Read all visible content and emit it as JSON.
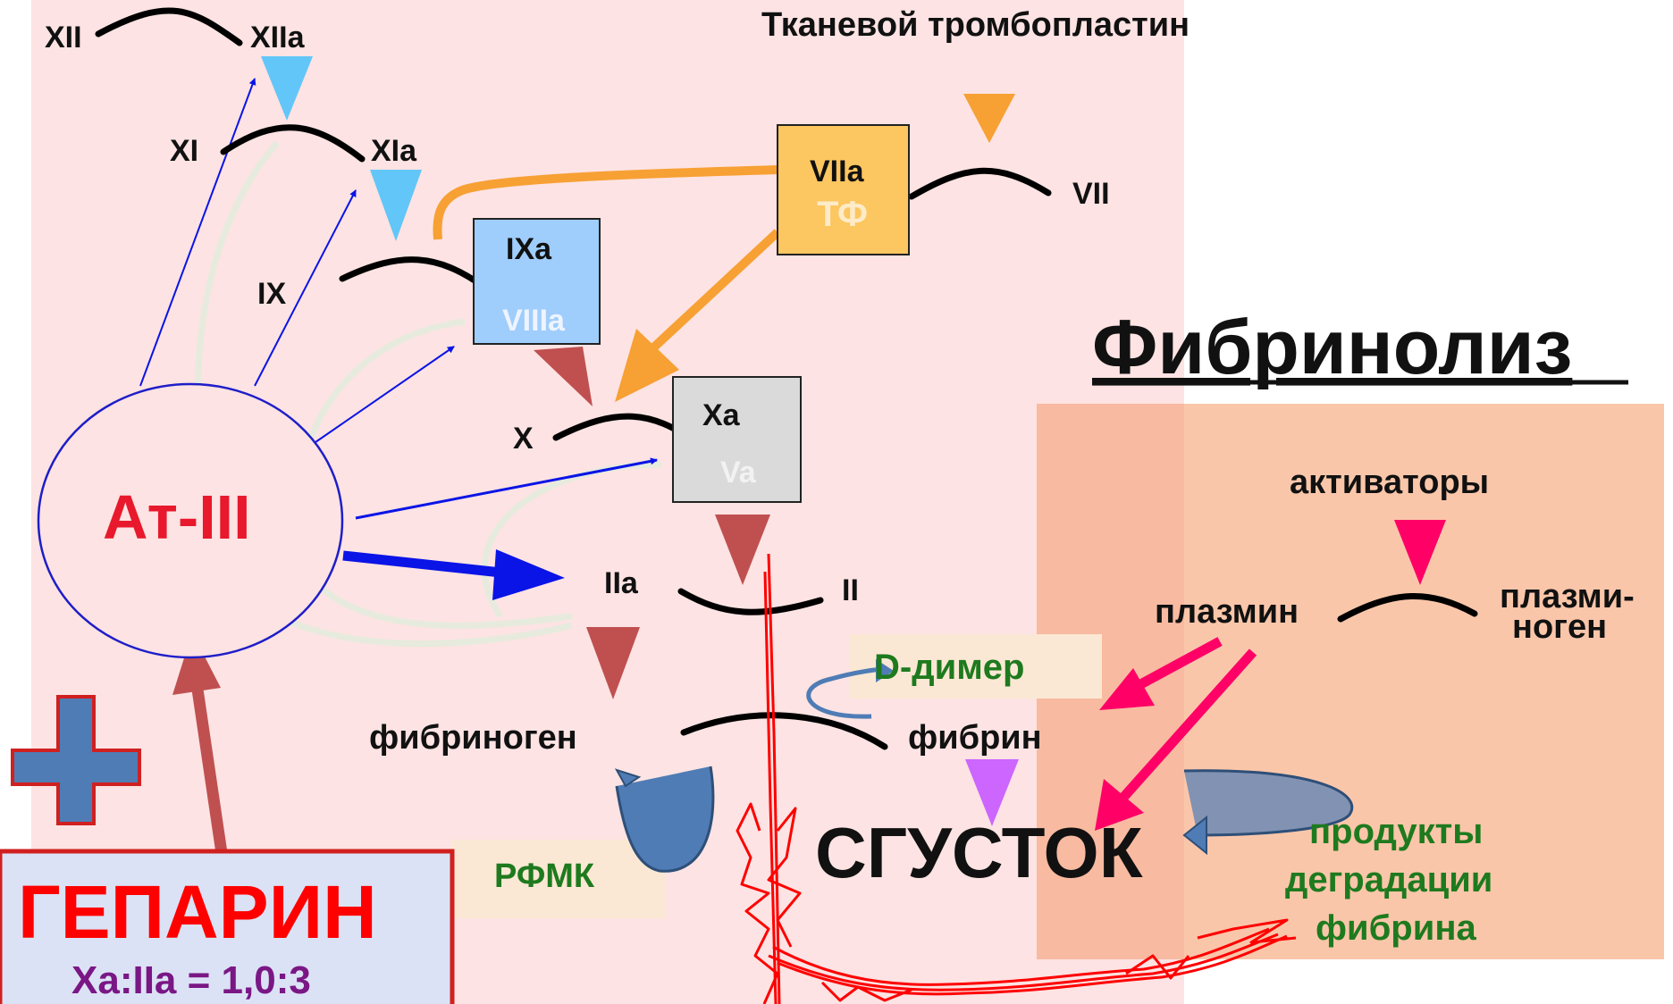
{
  "labels": {
    "xii": "XII",
    "xiia": "XIIa",
    "xi": "XI",
    "xia": "XIa",
    "ix": "IX",
    "ixa": "IXa",
    "viiia": "VIIIa",
    "viia": "VIIa",
    "tf": "ТФ",
    "vii": "VII",
    "tissue_thromboplastin": "Тканевой тромбопластин",
    "x": "X",
    "xa": "Xa",
    "va": "Va",
    "iia": "IIa",
    "ii": "II",
    "fibrinogen": "фибриноген",
    "fibrin": "фибрин",
    "d_dimer": "D-димер",
    "rfmk": "РФМК",
    "clot": "СГУСТОК",
    "at3": "Ат-III",
    "heparin": "ГЕПАРИН",
    "heparin_ratio": "Xa:IIa = 1,0:3",
    "fibrinolysis": "Фибринолиз",
    "activators": "активаторы",
    "plasmin": "плазмин",
    "plasminogen_1": "плазми-",
    "plasminogen_2": "ноген",
    "fdp_1": "продукты",
    "fdp_2": "деградации",
    "fdp_3": "фибрина"
  },
  "colors": {
    "coag_bg": "#fde3e3",
    "fibrinolysis_bg": "#fac6aa",
    "ixa_box": "#9fcdfc",
    "viia_box": "#fcc660",
    "xa_box": "#dadada",
    "label_box": "#fbe8d4",
    "heparin_box": "#dce2f5",
    "heparin_red": "#ff0000",
    "at3_red": "#e8192c",
    "purple": "#7a1785",
    "green": "#1e7a1e",
    "blue": "#0a14e6",
    "orange": "#f7a033",
    "brownred": "#c05050",
    "lightblue": "#62c6f8",
    "pink": "#ff0066",
    "violet": "#cc66ff",
    "steelblue": "#4f7cb5"
  }
}
